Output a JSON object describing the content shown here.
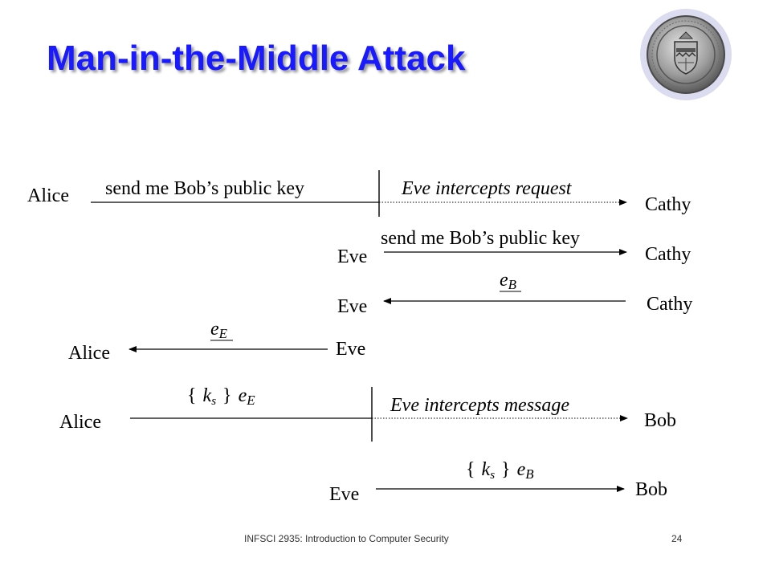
{
  "slide": {
    "title": "Man-in-the-Middle Attack",
    "footer_course": "INFSCI 2935: Introduction to Computer Security",
    "page_number": "24"
  },
  "step1": {
    "sender": "Alice",
    "message": "send me Bob’s public key",
    "intercept": "Eve intercepts request",
    "receiver": "Cathy"
  },
  "step2": {
    "sender": "Eve",
    "message": "send me Bob’s public key",
    "receiver": "Cathy"
  },
  "step3": {
    "left": "Eve",
    "key_var": "e",
    "key_sub": "B",
    "right": "Cathy"
  },
  "step4": {
    "left": "Alice",
    "key_var": "e",
    "key_sub": "E",
    "right": "Eve"
  },
  "step5": {
    "sender": "Alice",
    "open_brace": "{",
    "k": "k",
    "k_sub": "s",
    "close_brace": "}",
    "key_var": "e",
    "key_sub": "E",
    "intercept": "Eve intercepts message",
    "receiver": "Bob"
  },
  "step6": {
    "sender": "Eve",
    "open_brace": "{",
    "k": "k",
    "k_sub": "s",
    "close_brace": "}",
    "key_var": "e",
    "key_sub": "B",
    "receiver": "Bob"
  },
  "colors": {
    "title": "#1a1aff",
    "ink": "#000000",
    "seal_ring": "#d9d9ee"
  },
  "icons": {
    "seal": "university-seal-icon"
  }
}
